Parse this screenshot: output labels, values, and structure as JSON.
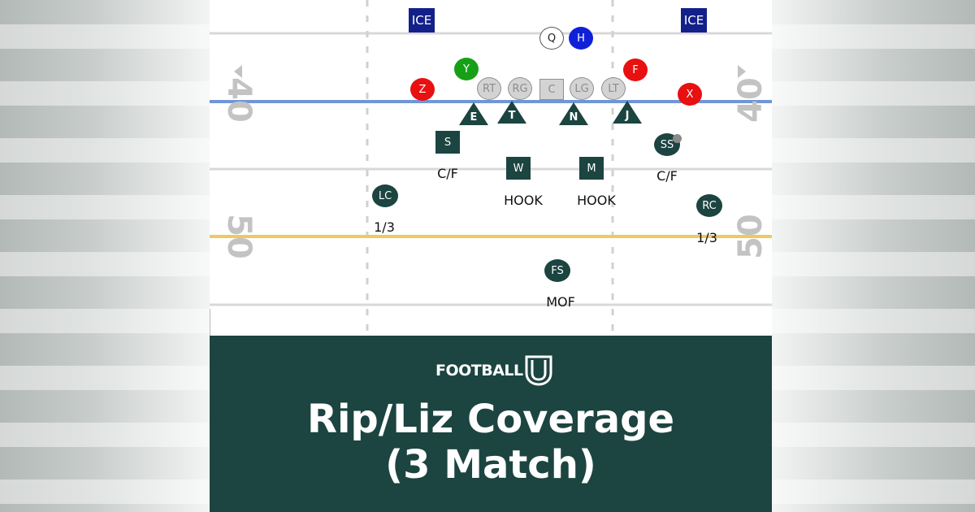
{
  "diagram": {
    "yard_markers": {
      "forty": "40",
      "fifty": "50"
    },
    "ice_labels": [
      "ICE",
      "ICE"
    ],
    "offense": {
      "qb": "Q",
      "h": "H",
      "y": "Y",
      "f": "F",
      "z": "Z",
      "x": "X",
      "line": [
        "RT",
        "RG",
        "C",
        "LG",
        "LT"
      ]
    },
    "defense": {
      "front": [
        "E",
        "T",
        "N",
        "J"
      ],
      "s": "S",
      "ss": "SS",
      "w": "W",
      "m": "M",
      "lc": "LC",
      "rc": "RC",
      "fs": "FS"
    },
    "assignments": {
      "s": "C/F",
      "ss": "C/F",
      "w": "HOOK",
      "m": "HOOK",
      "lc": "1/3",
      "rc": "1/3",
      "fs": "MOF"
    },
    "colors": {
      "los_line": "#7196d6",
      "deep_line": "#f0c860",
      "defense": "#1c4440",
      "y": "#16a016",
      "h": "#1020d8",
      "f_z_x": "#e81010",
      "ice": "#13208a"
    }
  },
  "footer": {
    "brand": "FOOTBALL",
    "brand_mark": "U",
    "title_line1": "Rip/Liz Coverage",
    "title_line2": "(3 Match)"
  }
}
